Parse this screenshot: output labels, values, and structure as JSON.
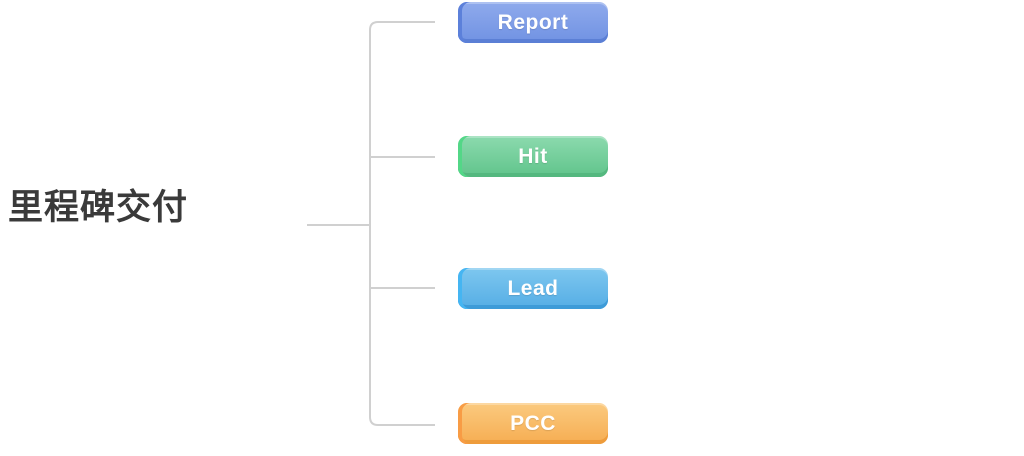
{
  "canvas": {
    "background": "#ffffff",
    "connector_color": "#d0d0d0"
  },
  "root_topic": {
    "label": "里程碑交付",
    "text_color": "#3a3a3a"
  },
  "topics": [
    {
      "label": "Report",
      "colors": {
        "face_top": "#8faaec",
        "face_bottom": "#7092e3",
        "edge_left": "#5c80da",
        "edge_bottom": "#5b7fd5"
      }
    },
    {
      "label": "Hit",
      "colors": {
        "face_top": "#8cdaae",
        "face_bottom": "#60c48b",
        "edge_left": "#53d787",
        "edge_bottom": "#54b87f"
      }
    },
    {
      "label": "Lead",
      "colors": {
        "face_top": "#7ec7ef",
        "face_bottom": "#55ade5",
        "edge_left": "#45b5f2",
        "edge_bottom": "#3d9bd8"
      }
    },
    {
      "label": "PCC",
      "colors": {
        "face_top": "#fbca7f",
        "face_bottom": "#f6ad52",
        "edge_left": "#f89c45",
        "edge_bottom": "#ee9c3c"
      }
    }
  ]
}
